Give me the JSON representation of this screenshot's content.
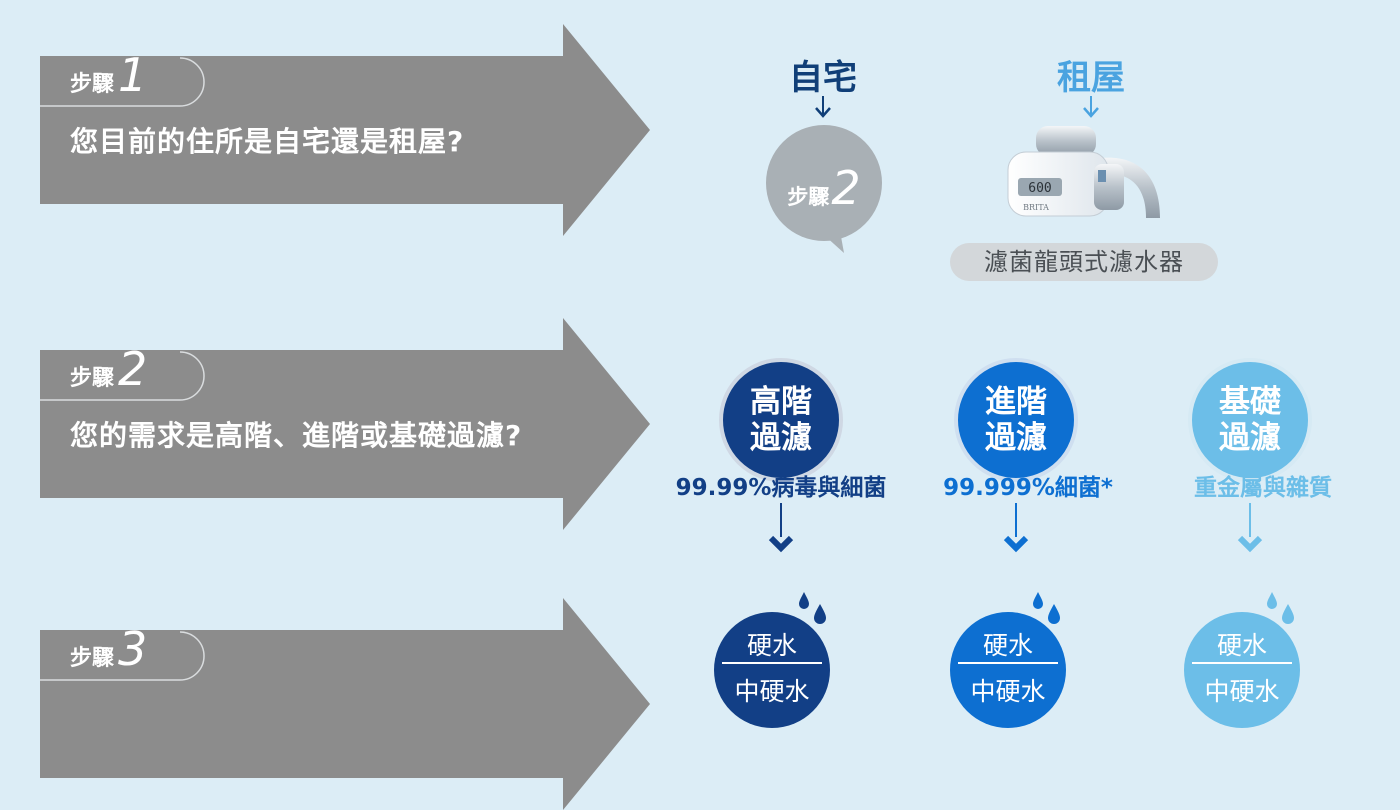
{
  "steps": [
    {
      "label": "步驟",
      "number": "1",
      "question": "您目前的住所是自宅還是租屋?"
    },
    {
      "label": "步驟",
      "number": "2",
      "question": "您的需求是高階、進階或基礎過濾?"
    },
    {
      "label": "步驟",
      "number": "3",
      "question": ""
    }
  ],
  "step1": {
    "options": [
      {
        "label": "自宅",
        "color": "#103f78"
      },
      {
        "label": "租屋",
        "color": "#4aa3e0"
      }
    ],
    "bubble": {
      "label": "步驟",
      "number": "2"
    },
    "product": {
      "name": "濾菌龍頭式濾水器",
      "brand": "BRITA",
      "display": "600"
    }
  },
  "step2": {
    "tiers": [
      {
        "line1": "高階",
        "line2": "過濾",
        "tagline": "99.99%病毒與細菌",
        "color": "#123f86",
        "textColor": "#123f86"
      },
      {
        "line1": "進階",
        "line2": "過濾",
        "tagline": "99.999%細菌*",
        "color": "#0d6fd1",
        "textColor": "#0d6fd1"
      },
      {
        "line1": "基礎",
        "line2": "過濾",
        "tagline": "重金屬與雜質",
        "color": "#6cbee8",
        "textColor": "#6cbee8"
      }
    ]
  },
  "step3": {
    "hardness": [
      {
        "line1": "硬水",
        "line2": "中硬水",
        "color": "#123f86"
      },
      {
        "line1": "硬水",
        "line2": "中硬水",
        "color": "#0d6fd1"
      },
      {
        "line1": "硬水",
        "line2": "中硬水",
        "color": "#6cbee8"
      }
    ]
  },
  "colors": {
    "arrow": "#8c8c8c",
    "background": "#dcedf6",
    "bubble": "#a9b0b5"
  }
}
